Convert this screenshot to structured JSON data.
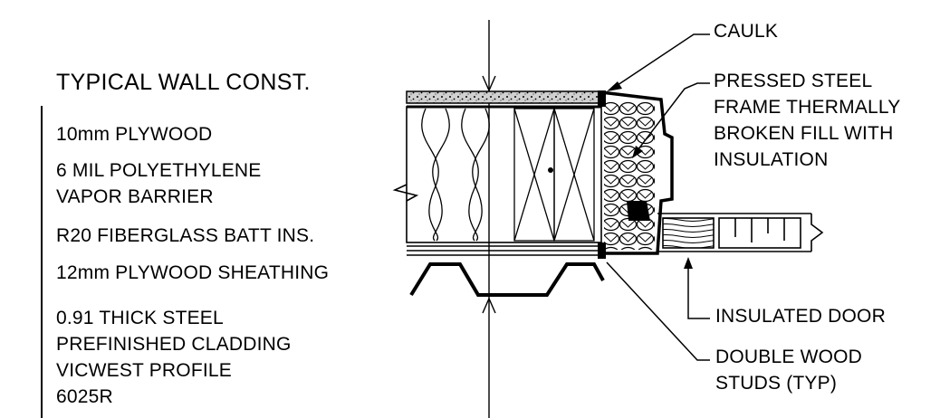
{
  "title": "TYPICAL WALL CONST.",
  "wall_layers": [
    [
      "10mm PLYWOOD"
    ],
    [
      "6 MIL POLYETHYLENE",
      "VAPOR BARRIER"
    ],
    [
      "R20 FIBERGLASS BATT INS."
    ],
    [
      "12mm PLYWOOD SHEATHING"
    ],
    [
      "0.91 THICK STEEL",
      "PREFINISHED CLADDING",
      "VICWEST PROFILE",
      "6025R"
    ]
  ],
  "callouts": {
    "caulk": [
      "CAULK"
    ],
    "pressed_steel_frame": [
      "PRESSED STEEL",
      "FRAME THERMALLY",
      "BROKEN FILL WITH",
      "INSULATION"
    ],
    "insulated_door": [
      "INSULATED DOOR"
    ],
    "double_wood_studs": [
      "DOUBLE WOOD",
      "STUDS (TYP)"
    ]
  },
  "colors": {
    "ink": "#000000",
    "paper": "#ffffff",
    "speckle": "#bdbdbd"
  }
}
